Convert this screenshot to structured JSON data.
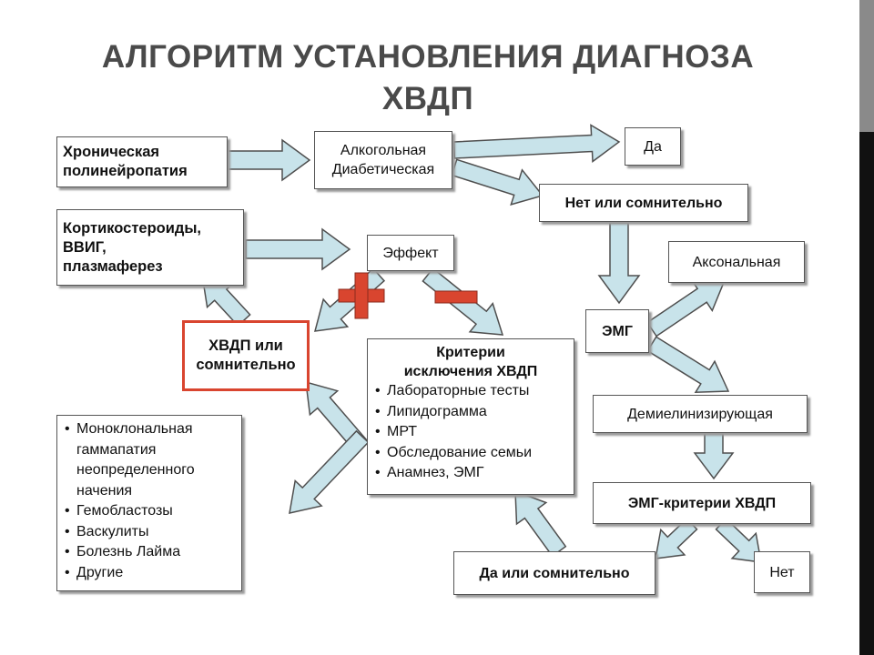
{
  "title": {
    "line1": "АЛГОРИТМ УСТАНОВЛЕНИЯ ДИАГНОЗА",
    "line2": "ХВДП"
  },
  "nodes": {
    "chronic_polyneuropathy": [
      "Хроническая",
      "полинейропатия"
    ],
    "alcoholic_diabetic": [
      "Алкогольная",
      "Диабетическая"
    ],
    "yes": "Да",
    "no_or_doubtful": "Нет или сомнительно",
    "treatment": [
      "Кортикостероиды,",
      "ВВИГ,",
      "плазмаферез"
    ],
    "effect": "Эффект",
    "cidp_or_doubtful": [
      "ХВДП или",
      "сомнительно"
    ],
    "exclusion_criteria": {
      "title": [
        "Критерии",
        "исключения ХВДП"
      ],
      "items": [
        "Лабораторные тесты",
        "Липидограмма",
        "МРТ",
        "Обследование семьи",
        "Анамнез, ЭМГ"
      ]
    },
    "emg": "ЭМГ",
    "axonal": "Аксональная",
    "demyelinating": "Демиелинизирующая",
    "emg_criteria": "ЭМГ-критерии ХВДП",
    "yes_or_doubtful": "Да или сомнительно",
    "no": "Нет",
    "other_diseases": {
      "items": [
        [
          "Моноклональная",
          "гаммапатия",
          "неопределенного",
          "начения"
        ],
        [
          "Гемобластозы"
        ],
        [
          "Васкулиты"
        ],
        [
          "Болезнь Лайма"
        ],
        [
          "Другие"
        ]
      ]
    }
  },
  "colors": {
    "arrow_fill": "#c8e3ea",
    "arrow_stroke": "#4f4f4f",
    "highlight_border": "#d9452f",
    "plus_sign": "#d9452f",
    "minus_sign": "#d9452f",
    "title_text": "#4a4a4a"
  }
}
